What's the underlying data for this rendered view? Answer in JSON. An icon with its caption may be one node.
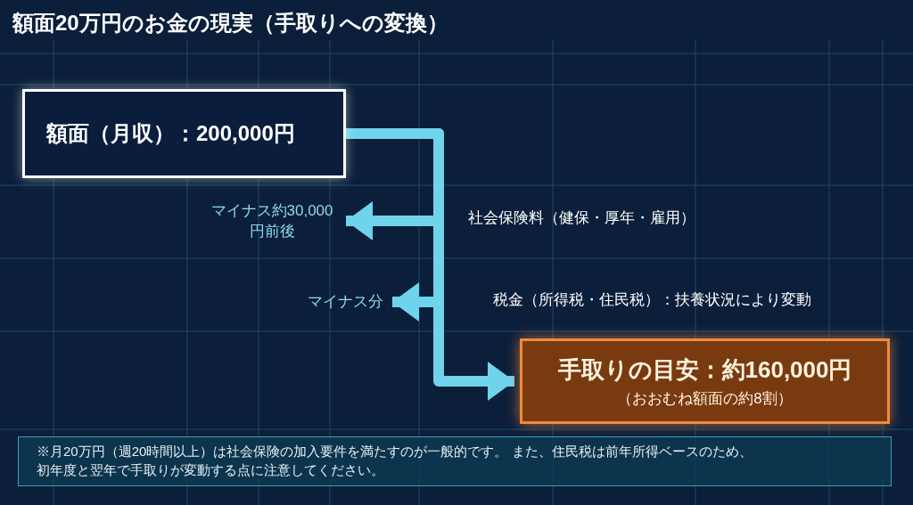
{
  "diagram": {
    "title": "額面20万円のお金の現実（手取りへの変換）",
    "nodes": [
      {
        "text": [
          "額面（月収）：200,000円"
        ]
      },
      {
        "text": [
          "手取りの目安：約160,000円",
          "（おおむね額面の約8割）"
        ]
      },
      {
        "text": [
          "マイナス約30,000円前後"
        ]
      },
      {
        "text": [
          "マイナス分"
        ]
      },
      {
        "text": [
          "※月20万円（週20時間以上）は社会保険の加入要件を満たすのが一般的です。 また、住民税は前年所得ベースのため、初年度と翌年で手取りが変動する点に注意してください。"
        ]
      }
    ],
    "edges": [
      {
        "from": 0,
        "to": 1,
        "arrow": "to"
      },
      {
        "from": 0,
        "to": 2,
        "arrow": "to"
      },
      {
        "from": 0,
        "to": 3,
        "arrow": "to"
      }
    ],
    "labels": [
      "社会保険料（健保・厚年・雇用）",
      "税金（所得税・住民税）：扶養状況により変動"
    ]
  }
}
